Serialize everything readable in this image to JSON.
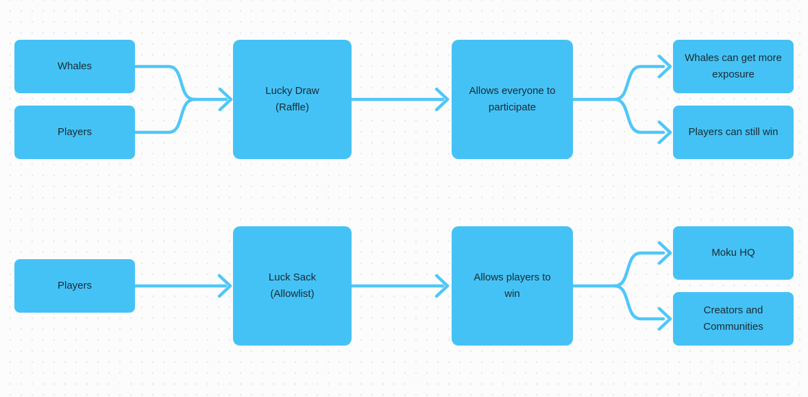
{
  "theme": {
    "background": "#FCFCFC",
    "dot_color": "#E8E8E8",
    "node_fill": "#45C2F5",
    "arrow_color": "#4FC7F8",
    "text_color": "#182A33"
  },
  "flow_top": {
    "input_whales": "Whales",
    "input_players": "Players",
    "process": "Lucky Draw\n(Raffle)",
    "effect": "Allows everyone to participate",
    "result_whales": "Whales can get more exposure",
    "result_players": "Players can still win"
  },
  "flow_bottom": {
    "input_players": "Players",
    "process": "Luck Sack\n(Allowlist)",
    "effect": "Allows players to win",
    "result_moku": "Moku HQ",
    "result_creators": "Creators and Communities"
  },
  "edges": [
    {
      "from": "Whales",
      "to": "Lucky Draw (Raffle)"
    },
    {
      "from": "Players",
      "to": "Lucky Draw (Raffle)"
    },
    {
      "from": "Lucky Draw (Raffle)",
      "to": "Allows everyone to participate"
    },
    {
      "from": "Allows everyone to participate",
      "to": "Whales can get more exposure"
    },
    {
      "from": "Allows everyone to participate",
      "to": "Players can still win"
    },
    {
      "from": "Players",
      "to": "Luck Sack (Allowlist)"
    },
    {
      "from": "Luck Sack (Allowlist)",
      "to": "Allows players to win"
    },
    {
      "from": "Allows players to win",
      "to": "Moku HQ"
    },
    {
      "from": "Allows players to win",
      "to": "Creators and Communities"
    }
  ]
}
